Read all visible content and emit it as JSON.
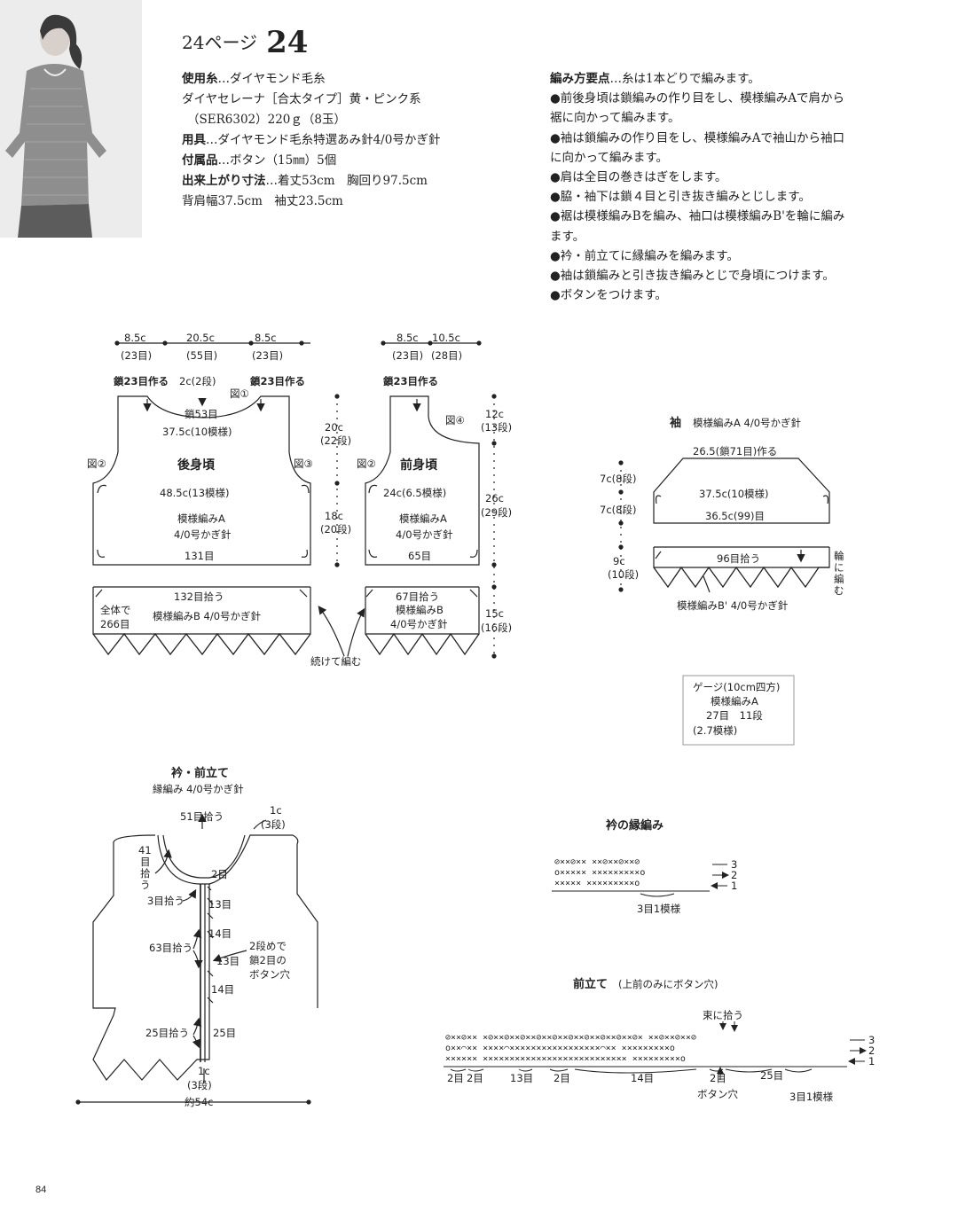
{
  "header": {
    "page_label": "24ページ",
    "page_num": "24"
  },
  "materials": {
    "l1_b": "使用糸",
    "l1": "…ダイヤモンド毛糸",
    "l2": "ダイヤセレーナ［合太タイプ］黄・ピンク系",
    "l3": "（SER6302）220ｇ（8玉）",
    "l4_b": "用具",
    "l4": "…ダイヤモンド毛糸特選あみ針4/0号かぎ針",
    "l5_b": "付属品",
    "l5": "…ボタン（15㎜）5個",
    "l6_b": "出来上がり寸法",
    "l6": "…着丈53cm　胸回り97.5cm",
    "l7": "背肩幅37.5cm　袖丈23.5cm"
  },
  "steps": {
    "h_b": "編み方要点",
    "h": "…糸は1本どりで編みます。",
    "s1": "●前後身頃は鎖編みの作り目をし、模様編みAで肩から",
    "s1b": "裾に向かって編みます。",
    "s2": "●袖は鎖編みの作り目をし、模様編みAで袖山から袖口",
    "s2b": "に向かって編みます。",
    "s3": "●肩は全目の巻きはぎをします。",
    "s4": "●脇・袖下は鎖４目と引き抜き編みとじします。",
    "s5": "●裾は模様編みBを編み、袖口は模様編みB'を輪に編み",
    "s5b": "ます。",
    "s6": "●衿・前立てに縁編みを編みます。",
    "s7": "●袖は鎖編みと引き抜き編みとじで身頃につけます。",
    "s8": "●ボタンをつけます。"
  },
  "back": {
    "w1": "8.5c",
    "w1r": "(23目)",
    "w2": "20.5c",
    "w2r": "(55目)",
    "w3": "8.5c",
    "w3r": "(23目)",
    "sl": "鎖23目作る",
    "sr": "鎖23目作る",
    "c2": "2c(2段)",
    "fig1": "図①",
    "ch53": "鎖53目",
    "w375": "37.5c(10模様)",
    "fig2": "図②",
    "fig3": "図③",
    "name": "後身頃",
    "w485": "48.5c(13模様)",
    "pat": "模様編みA",
    "hook": "4/0号かぎ針",
    "st131": "131目",
    "pick": "132目拾う",
    "tot1": "全体で",
    "tot2": "266目",
    "patB": "模様編みB 4/0号かぎ針",
    "h20": "20c",
    "h20r": "(22段)",
    "h18": "18c",
    "h18r": "(20段)"
  },
  "front": {
    "w1": "8.5c",
    "w1r": "(23目)",
    "w2": "10.5c",
    "w2r": "(28目)",
    "start": "鎖23目作る",
    "fig4": "図④",
    "fig2": "図②",
    "name": "前身頃",
    "w24": "24c(6.5模様)",
    "pat": "模様編みA",
    "hook": "4/0号かぎ針",
    "st65": "65目",
    "pick": "67目拾う",
    "patB": "模様編みB",
    "hookB": "4/0号かぎ針",
    "h12": "12c",
    "h12r": "(13段)",
    "h26": "26c",
    "h26r": "(29段)",
    "h15": "15c",
    "h15r": "(16段)",
    "cont": "続けて編む"
  },
  "sleeve": {
    "title": "袖",
    "title2": "模様編みA 4/0号かぎ針",
    "top": "26.5(鎖71目)作る",
    "w375": "37.5c(10模様)",
    "w365": "36.5c(99)目",
    "h7a": "7c(8段)",
    "h7b": "7c(8段)",
    "pick": "96目拾う",
    "h9": "9c",
    "h9r": "(10段)",
    "ring1": "輪",
    "ring2": "に",
    "ring3": "編",
    "ring4": "む",
    "patB": "模様編みB' 4/0号かぎ針"
  },
  "gauge": {
    "l1": "ゲージ(10cm四方)",
    "l2": "模様編みA",
    "l3": "27目　11段",
    "l4": "(2.7模様)"
  },
  "collar": {
    "title": "衿・前立て",
    "sub": "縁編み 4/0号かぎ針",
    "p51": "51目拾う",
    "c1a": "1c",
    "c1ar": "(3段)",
    "p41a": "41",
    "p41b": "目",
    "p41c": "拾",
    "p41d": "う",
    "s2": "2目",
    "p3": "3目拾う",
    "s13a": "13目",
    "s14a": "14目",
    "p63": "63目拾う",
    "btn1": "2段めで",
    "btn2": "鎖2目の",
    "btn3": "ボタン穴",
    "s13b": "13目",
    "s14b": "14目",
    "p25": "25目拾う",
    "s25": "25目",
    "c1b": "1c",
    "c1br": "(3段)",
    "w54": "約54c"
  },
  "edge": {
    "title": "衿の縁編み",
    "r3": "3",
    "r2": "2",
    "r1": "1",
    "rep": "3目1模様"
  },
  "band": {
    "title": "前立て",
    "sub": "(上前のみにボタン穴)",
    "bundle": "束に拾う",
    "r3": "3",
    "r2": "2",
    "r1": "1",
    "l1": "2目",
    "l2": "2目",
    "l3": "13目",
    "l4": "2目",
    "l5": "14目",
    "l6": "2目",
    "l7": "25目",
    "bh": "ボタン穴",
    "rep": "3目1模様"
  },
  "footer": {
    "page": "84"
  }
}
